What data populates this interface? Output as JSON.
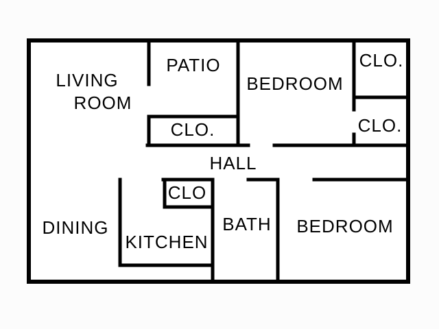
{
  "colors": {
    "wall": "#000000",
    "text": "#000000",
    "floor": "#ffffff"
  },
  "rooms": {
    "living_room": {
      "line1": "LIVING",
      "line2": "ROOM"
    },
    "patio": {
      "label": "PATIO"
    },
    "bedroom_top": {
      "label": "BEDROOM"
    },
    "closet_top_right": {
      "label": "CLO."
    },
    "closet_patio": {
      "label": "CLO."
    },
    "closet_mid_right": {
      "label": "CLO."
    },
    "hall": {
      "label": "HALL"
    },
    "closet_kitchen": {
      "label": "CLO"
    },
    "dining": {
      "label": "DINING"
    },
    "kitchen": {
      "label": "KITCHEN"
    },
    "bath": {
      "label": "BATH"
    },
    "bedroom_bottom": {
      "label": "BEDROOM"
    }
  }
}
